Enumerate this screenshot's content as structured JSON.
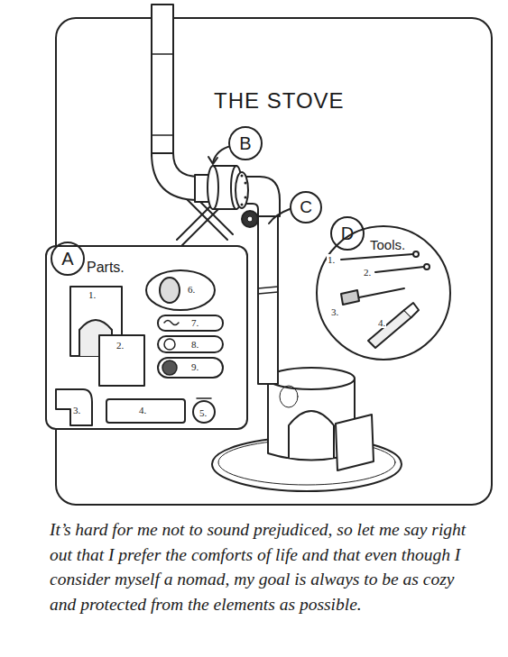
{
  "diagram": {
    "title": "THE STOVE",
    "caption": "It’s hard for me not to sound prejudiced, so let me say right out that I prefer the comforts of life and that even though I consider myself a nomad, my goal is always to be as cozy and protected from the elements as possible.",
    "nodes": [
      {
        "text": [
          "A"
        ]
      },
      {
        "text": [
          "Parts."
        ]
      },
      {
        "text": [
          "B"
        ]
      },
      {
        "text": [
          "C"
        ]
      },
      {
        "text": [
          "D"
        ]
      },
      {
        "text": [
          "Tools."
        ]
      }
    ],
    "labels": [
      "1.",
      "2.",
      "3.",
      "4.",
      "5.",
      "6.",
      "7.",
      "8.",
      "9.",
      "1.",
      "2.",
      "3.",
      "4."
    ]
  }
}
